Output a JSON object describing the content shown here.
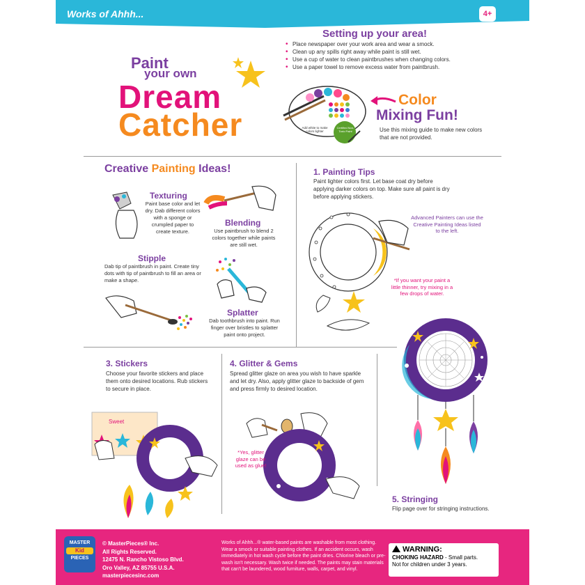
{
  "header": {
    "brand": "Works of Ahhh...",
    "age_badge": "4+"
  },
  "title": {
    "line1": "Paint",
    "line2": "your own",
    "line3": "Dream",
    "line4": "Catcher"
  },
  "setup": {
    "title": "Setting up your area!",
    "items": [
      "Place newspaper over your work area and wear a smock.",
      "Clean up any spills right away while paint is still wet.",
      "Use a cup of water to clean paintbrushes when changing colors.",
      "Use a paper towel to remove excess water from paintbrush."
    ]
  },
  "mixing": {
    "title_line1": "Color",
    "title_line2": "Mixing Fun!",
    "description": "Use this mixing guide to make new colors that are not provided.",
    "palette_note": "Add white to make colors lighter",
    "seal": "Certified Non-Toxic Paint"
  },
  "ideas": {
    "title_a": "Creative ",
    "title_b": "Painting",
    "title_c": " Ideas!",
    "texturing": {
      "heading": "Texturing",
      "text": "Paint base color and let dry. Dab different colors with a sponge or crumpled paper to create texture."
    },
    "blending": {
      "heading": "Blending",
      "text": "Use paintbrush to blend 2 colors together while paints are still wet."
    },
    "stipple": {
      "heading": "Stipple",
      "text": "Dab tip of paintbrush in paint. Create tiny dots with tip of paintbrush to fill an area or make a shape."
    },
    "splatter": {
      "heading": "Splatter",
      "text": "Dab toothbrush into paint. Run finger over bristles to splatter paint onto project."
    }
  },
  "tips": {
    "heading": "1. Painting Tips",
    "text": "Paint lighter colors first. Let base coat dry before applying darker colors on top. Make sure all paint is dry before applying stickers.",
    "advanced_note": "Advanced Painters can use the Creative Painting Ideas listed to the left.",
    "thinner_note": "*If you want your paint a little thinner, try mixing in a few drops of water."
  },
  "stickers": {
    "heading": "3. Stickers",
    "text": "Choose your favorite stickers and place them onto desired locations. Rub stickers to secure in place."
  },
  "glitter": {
    "heading": "4. Glitter & Gems",
    "text": "Spread glitter glaze on area you wish to have sparkle and let dry. Also, apply glitter glaze to backside of gem and press firmly to desired location.",
    "note": "*Yes, glitter glaze can be used as glue!"
  },
  "stringing": {
    "heading": "5. Stringing",
    "text": "Flip page over for stringing instructions."
  },
  "footer": {
    "logo_top": "MASTER",
    "logo_mid": "Kid",
    "logo_bottom": "PIECES",
    "address": [
      "© MasterPieces® Inc.",
      "All Rights Reserved.",
      "12475 N. Rancho Vistoso Blvd.",
      "Oro Valley, AZ 85755 U.S.A.",
      "masterpiecesinc.com"
    ],
    "disclaimer": "Works of Ahhh...® water-based paints are washable from most clothing. Wear a smock or suitable painting clothes. If an accident occurs, wash immediately in hot wash cycle before the paint dries. Chlorine bleach or pre-wash isn't necessary. Wash twice if needed. The paints may stain materials that can't be laundered, wood furniture, walls, carpet, and vinyl.",
    "warning_title": "WARNING:",
    "warning_line1_bold": "CHOKING HAZARD",
    "warning_line1": " - Small parts.",
    "warning_line2": "Not for children under 3 years."
  },
  "colors": {
    "banner": "#2ab7d9",
    "purple": "#7b3fa0",
    "pink": "#e2127a",
    "orange": "#f58a1f",
    "footer": "#e7267f"
  }
}
